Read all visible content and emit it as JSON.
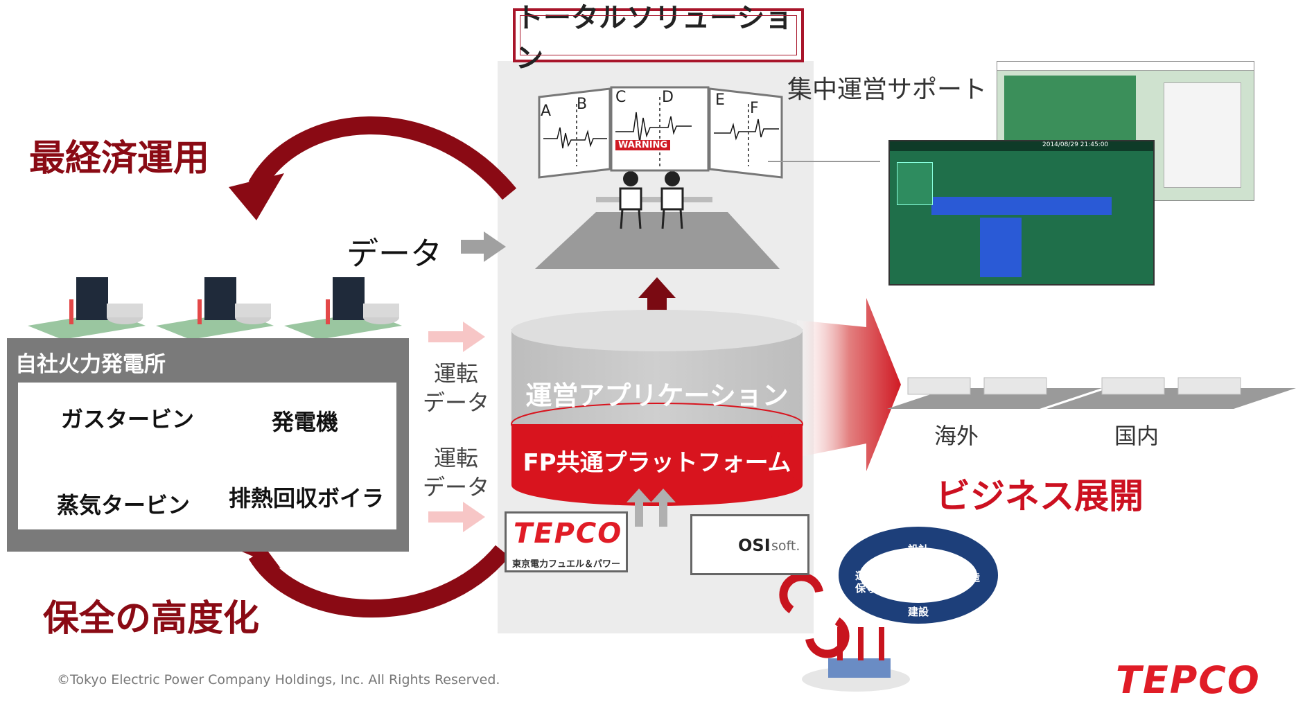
{
  "header": {
    "total_solution": "トータルソリューション"
  },
  "left": {
    "economic": "最経済運用",
    "maintenance": "保全の高度化",
    "data_label": "データ",
    "plant_title": "自社火力発電所",
    "equipment": [
      "ガスタービン",
      "発電機",
      "蒸気タービン",
      "排熱回収ボイラ"
    ],
    "operation_data_1": [
      "運転",
      "データ"
    ],
    "operation_data_2": [
      "運転",
      "データ"
    ]
  },
  "center": {
    "screen_letters": [
      "A",
      "B",
      "C",
      "D",
      "E",
      "F"
    ],
    "warning": "WARNING",
    "app_layer": "運営アプリケーション",
    "platform_layer": "FP共通プラットフォーム",
    "tepco_logo": "TEPCO",
    "tepco_sub": "東京電力フュエル＆パワー",
    "osi_logo_bold": "OSI",
    "osi_logo_light": "soft."
  },
  "right": {
    "central_support": "集中運営サポート",
    "overseas": "海外",
    "domestic": "国内",
    "business": "ビジネス展開",
    "cycle": [
      "設計",
      "製造",
      "建設",
      "運用\n保守"
    ],
    "screen_time": "2014/08/29 21:45:00"
  },
  "footer": {
    "copyright": "©Tokyo Electric Power Company Holdings, Inc. All Rights Reserved.",
    "logo": "TEPCO"
  },
  "colors": {
    "dark_red": "#8a0a14",
    "bright_red": "#cc1020",
    "gray_panel": "#7a7a7a",
    "screen_green": "#1f6f4a"
  }
}
